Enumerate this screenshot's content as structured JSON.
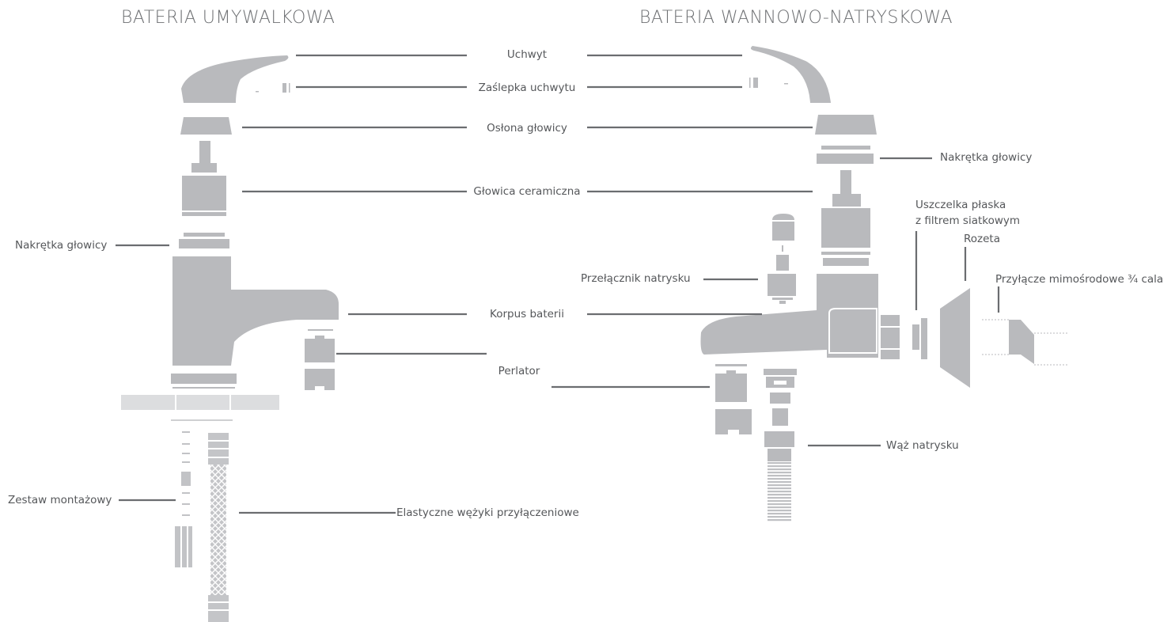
{
  "titles": {
    "left": "BATERIA UMYWALKOWA",
    "right": "BATERIA WANNOWO-NATRYSKOWA"
  },
  "labels": {
    "uchwyt": "Uchwyt",
    "zaslepka": "Zaślepka uchwytu",
    "oslona": "Osłona głowicy",
    "nakretka_right": "Nakrętka głowicy",
    "glowica": "Głowica ceramiczna",
    "nakretka_left": "Nakrętka głowicy",
    "uszczelka_line1": "Uszczelka płaska",
    "uszczelka_line2": "z filtrem siatkowym",
    "rozeta": "Rozeta",
    "przelacznik": "Przełącznik natrysku",
    "przylacze": "Przyłącze mimośrodowe ¾ cala",
    "korpus": "Korpus baterii",
    "perlator": "Perlator",
    "waz": "Wąż natrysku",
    "zestaw": "Zestaw montażowy",
    "weze": "Elastyczne wężyki przyłączeniowe"
  },
  "colors": {
    "part_fill": "#b9babd",
    "part_light": "#dcdddf",
    "leader_line": "#6b6d70",
    "text": "#55575a"
  }
}
